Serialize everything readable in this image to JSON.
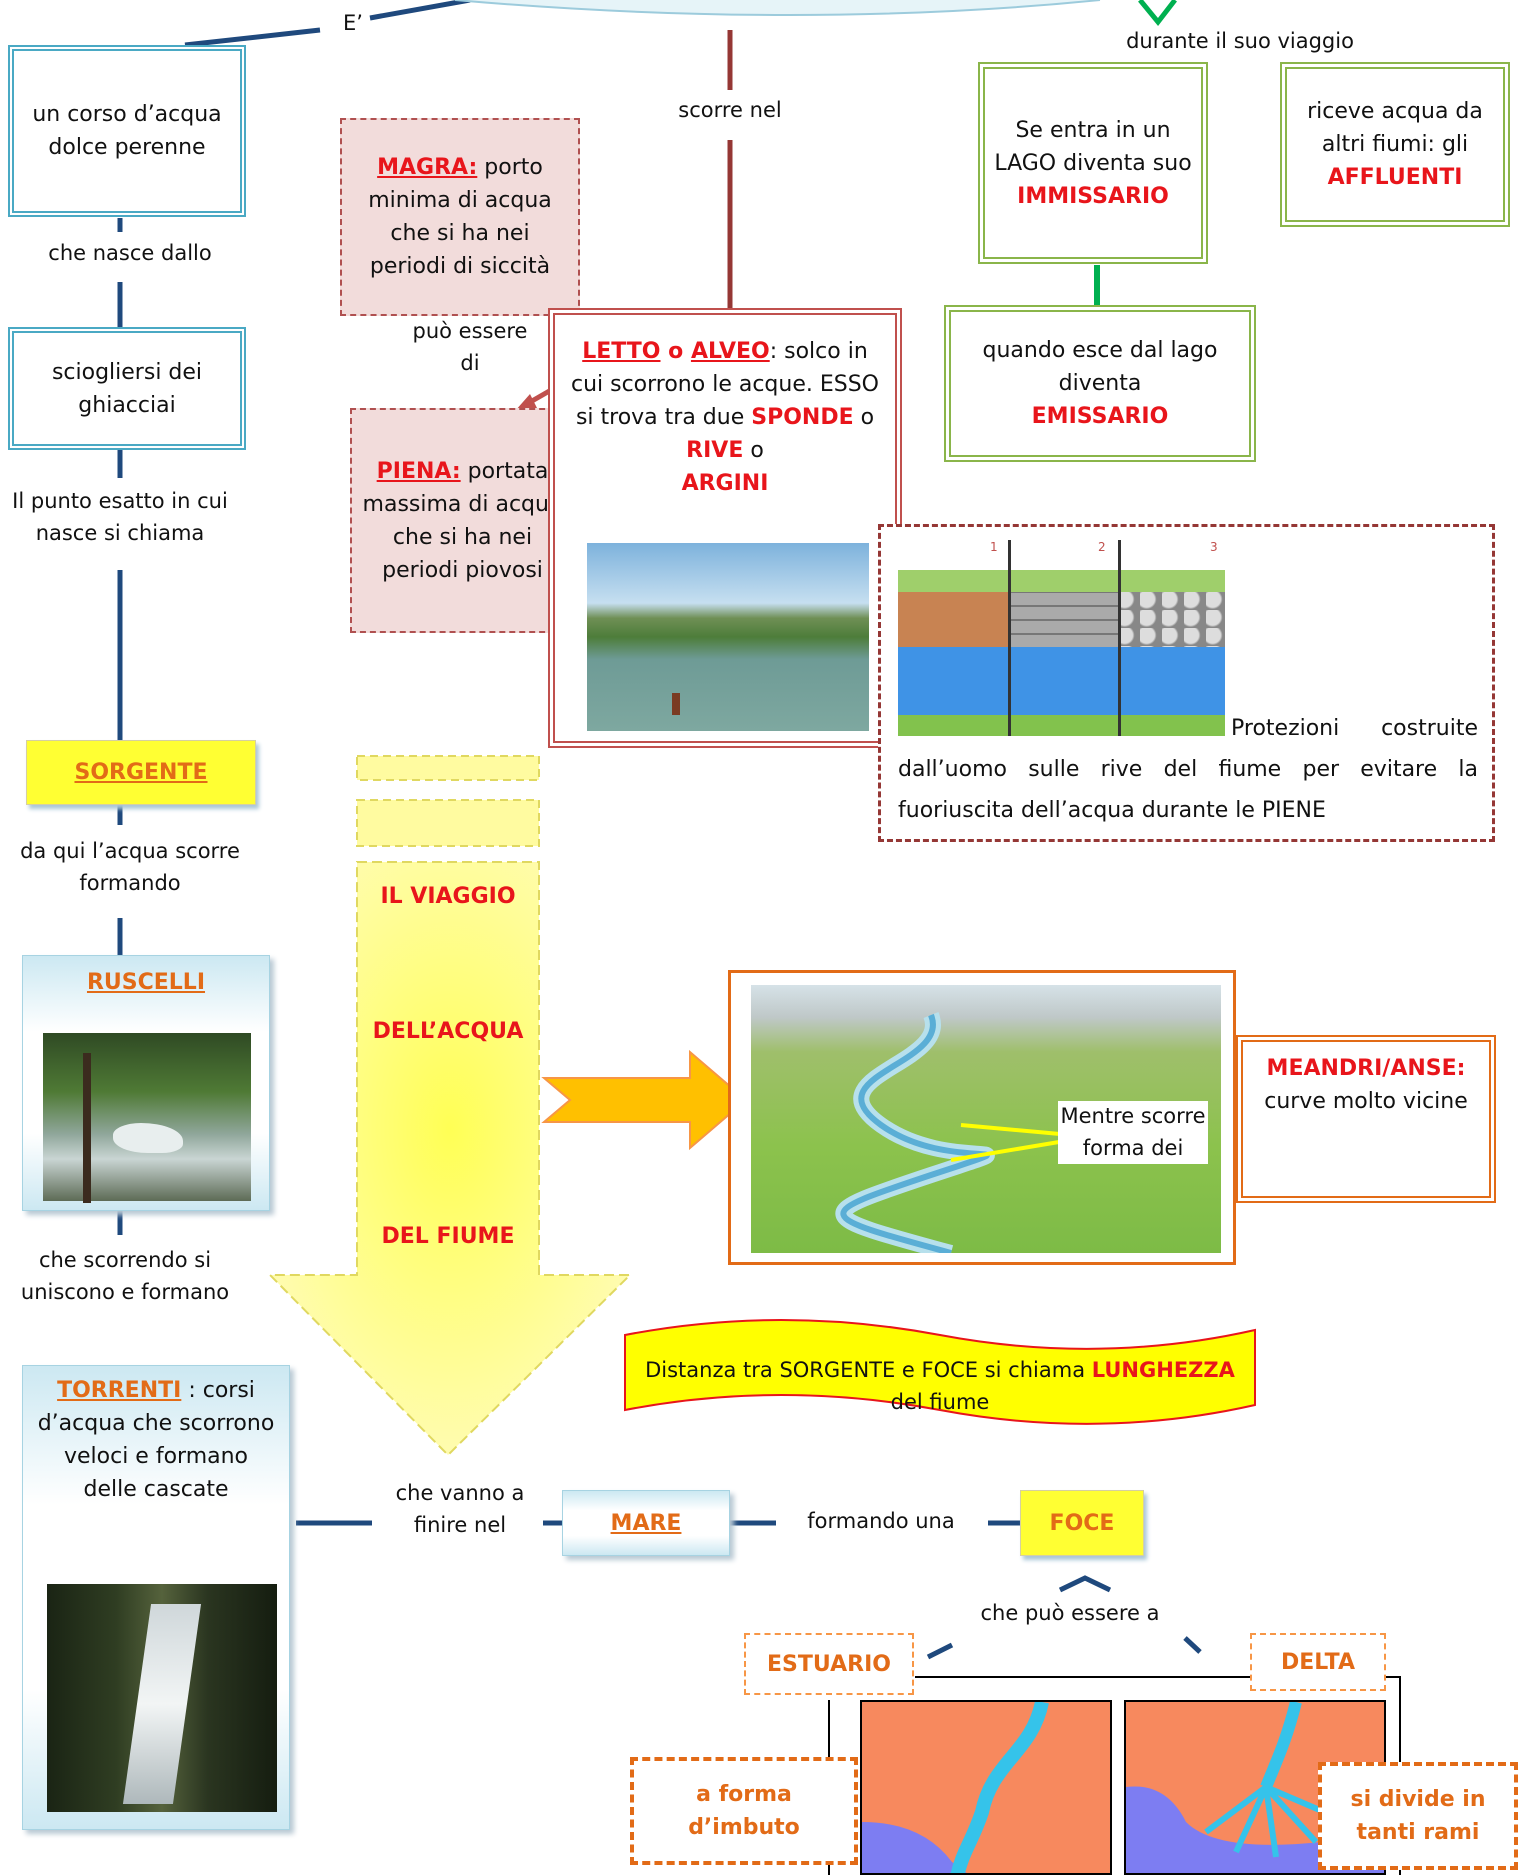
{
  "top": {
    "e_label": "E’",
    "journey_label": "durante il suo viaggio",
    "scorre_nel": "scorre nel"
  },
  "left": {
    "corso": "un corso d’acqua dolce perenne",
    "nasce_dallo": "che nasce dallo",
    "ghiacciai": "sciogliersi dei ghiacciai",
    "punto_esatto": "Il punto esatto in cui nasce si chiama",
    "sorgente": "SORGENTE",
    "da_qui": "da qui l’acqua scorre formando",
    "ruscelli": "RUSCELLI",
    "scorrendo": "che scorrendo si uniscono e formano",
    "torrenti": "TORRENTI",
    "torrenti_desc": " : corsi d’acqua che scorrono veloci e formano delle cascate"
  },
  "magra": {
    "title": "MAGRA:",
    "text": " porto minima di acqua che si ha nei periodi di siccità"
  },
  "puo_essere_di": "può essere di",
  "piena": {
    "title": "PIENA:",
    "text": " portata massima di acqua che si ha nei periodi piovosi"
  },
  "letto": {
    "letto": "LETTO",
    "o1": " o ",
    "alveo": "ALVEO",
    "rest1": ": solco in cui scorrono le acque. ESSO  si trova tra due ",
    "sponde": "SPONDE",
    "o2": " o ",
    "rive": "RIVE",
    "o3": "  o ",
    "argini": "ARGINI"
  },
  "protezioni": {
    "numbers": [
      "1",
      "2",
      "3"
    ],
    "text": "Protezioni  costruite dall’uomo sulle rive del fiume per  evitare la fuoriuscita dell’acqua durante le PIENE"
  },
  "green": {
    "lago": "Se entra in un LAGO diventa suo",
    "immissario": "IMMISSARIO",
    "affluenti_pre": "riceve acqua da altri fiumi: gli ",
    "affluenti": "AFFLUENTI",
    "esce": "quando esce dal lago diventa",
    "emissario": "EMISSARIO"
  },
  "viaggio": {
    "line1": "IL VIAGGIO",
    "line2": "DELL’ACQUA",
    "line3": "DEL FIUME"
  },
  "meandri": {
    "mentre": "Mentre scorre forma dei",
    "title": "MEANDRI/ANSE:",
    "text": "curve molto vicine"
  },
  "lunghezza": {
    "pre": "Distanza tra SORGENTE e FOCE  si chiama ",
    "bold": "LUNGHEZZA",
    "post": " del fiume"
  },
  "bottom": {
    "vanno": "che vanno a finire nel",
    "mare": "MARE",
    "formando_una": "formando una",
    "foce": "FOCE",
    "puo_essere_a": "che può essere a",
    "estuario": "ESTUARIO",
    "delta": "DELTA",
    "imbuto": "a forma d’imbuto",
    "rami": "si divide in tanti rami"
  },
  "colors": {
    "red": "#e8151b",
    "orange": "#e26b17",
    "navy": "#1f497d",
    "brown": "#953735",
    "green": "#00b050"
  }
}
